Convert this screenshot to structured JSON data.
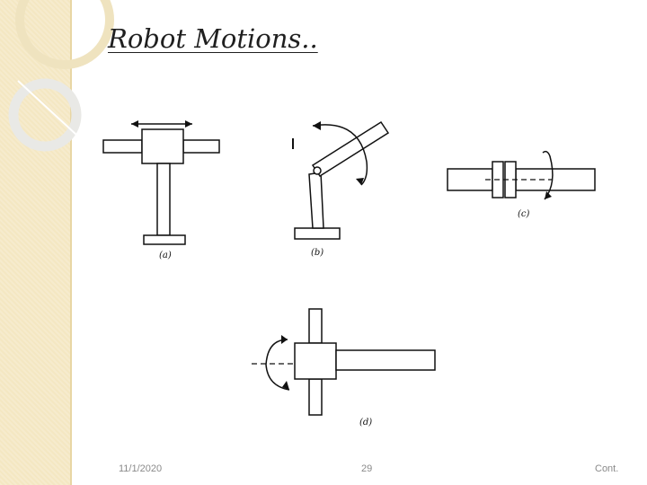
{
  "slide": {
    "title": "Robot Motions..",
    "footer": {
      "date": "11/1/2020",
      "page": "29",
      "right": "Cont."
    }
  },
  "figures": [
    {
      "id": "a",
      "label": "(a)"
    },
    {
      "id": "b",
      "label": "(b)"
    },
    {
      "id": "c",
      "label": "(c)"
    },
    {
      "id": "d",
      "label": "(d)"
    }
  ],
  "colors": {
    "sidebar": "#f4e7c2",
    "ink": "#1f1f1f",
    "footer_text": "#8a8a8a"
  }
}
